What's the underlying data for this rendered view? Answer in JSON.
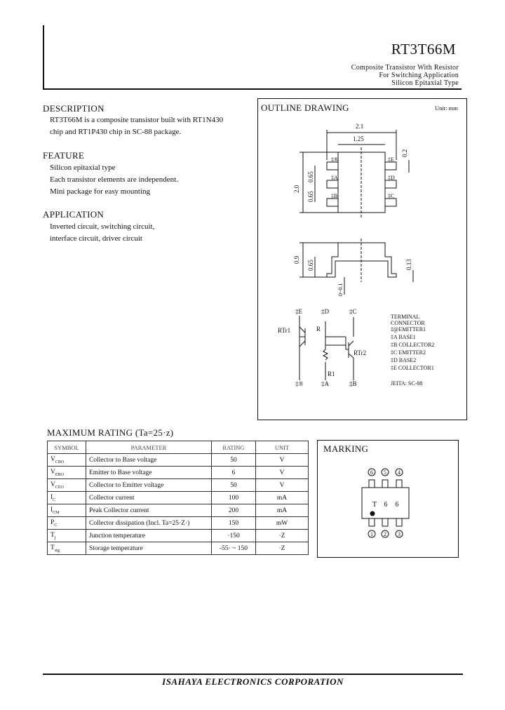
{
  "header": {
    "part_number": "RT3T66M",
    "subtitle_lines": [
      "Composite Transistor With Resistor",
      "For Switching Application",
      "Silicon Epitaxial Type"
    ]
  },
  "description": {
    "heading": "DESCRIPTION",
    "lines": [
      "RT3T66M is a composite transistor built with RT1N430",
      "chip and RT1P430 chip in SC-88 package."
    ]
  },
  "feature": {
    "heading": "FEATURE",
    "lines": [
      "Silicon epitaxial type",
      "Each transistor elements are independent.",
      "Mini package for easy mounting"
    ]
  },
  "application": {
    "heading": "APPLICATION",
    "lines": [
      "Inverted circuit, switching circuit,",
      "interface circuit, driver circuit"
    ]
  },
  "outline": {
    "heading": "OUTLINE DRAWING",
    "unit": "Unit: mm",
    "dims": {
      "width_total": "2.1",
      "body_width": "1.25",
      "pitch_top": "0.65",
      "pitch_bottom": "0.65",
      "length": "2.0",
      "lead_width": "0.2",
      "height": "0.9",
      "standoff": "0.65",
      "lead_thick": "0.13",
      "base": "0~0.1"
    },
    "pin_labels": {
      "p6": "‡®",
      "pA": "‡A",
      "pB": "‡B",
      "pE": "‡E",
      "pD": "‡D",
      "pC": "‡C"
    },
    "schematic": {
      "top_left": "‡E",
      "top_mid": "‡D",
      "top_right": "‡C",
      "bot_left": "‡®",
      "bot_mid": "‡A",
      "bot_right": "‡B",
      "tr1": "RTr1",
      "tr2": "RTr2",
      "r_top": "R",
      "r_bot": "R1"
    },
    "terminal_title": [
      "TERMINAL",
      "CONNECTOR"
    ],
    "terminal_list": [
      "‡@EMITTER1",
      "‡A BASE1",
      "‡B COLLECTOR2",
      "‡C EMITTER2",
      "‡D BASE2",
      "‡E COLLECTOR1"
    ],
    "jedec": "JEITA: SC-88"
  },
  "rating": {
    "heading": "MAXIMUM RATING (Ta=25·z)",
    "columns": [
      "SYMBOL",
      "PARAMETER",
      "RATING",
      "UNIT"
    ],
    "rows": [
      {
        "sym": "V",
        "sub": "CBO",
        "param": "Collector to Base voltage",
        "value": "50",
        "unit": "V"
      },
      {
        "sym": "V",
        "sub": "EBO",
        "param": "Emitter to Base voltage",
        "value": "6",
        "unit": "V"
      },
      {
        "sym": "V",
        "sub": "CEO",
        "param": "Collector to Emitter voltage",
        "value": "50",
        "unit": "V"
      },
      {
        "sym": "I",
        "sub": "C",
        "param": "Collector current",
        "value": "100",
        "unit": "mA"
      },
      {
        "sym": "I",
        "sub": "CM",
        "param": "Peak Collector current",
        "value": "200",
        "unit": "mA"
      },
      {
        "sym": "P",
        "sub": "C",
        "param": "Collector dissipation (Incl. Ta=25·Z·)",
        "value": "150",
        "unit": "mW"
      },
      {
        "sym": "T",
        "sub": "j",
        "param": "Junction temperature",
        "value": "·150",
        "unit": "·Z"
      },
      {
        "sym": "T",
        "sub": "stg",
        "param": "Storage temperature",
        "value": "-55· ~ 150",
        "unit": "·Z"
      }
    ]
  },
  "marking": {
    "heading": "MARKING",
    "top_pins": [
      "6",
      "5",
      "4"
    ],
    "bottom_pins": [
      "1",
      "2",
      "3"
    ],
    "code": [
      "T",
      "6",
      "6"
    ]
  },
  "footer": {
    "company": "ISAHAYA ELECTRONICS CORPORATION"
  }
}
